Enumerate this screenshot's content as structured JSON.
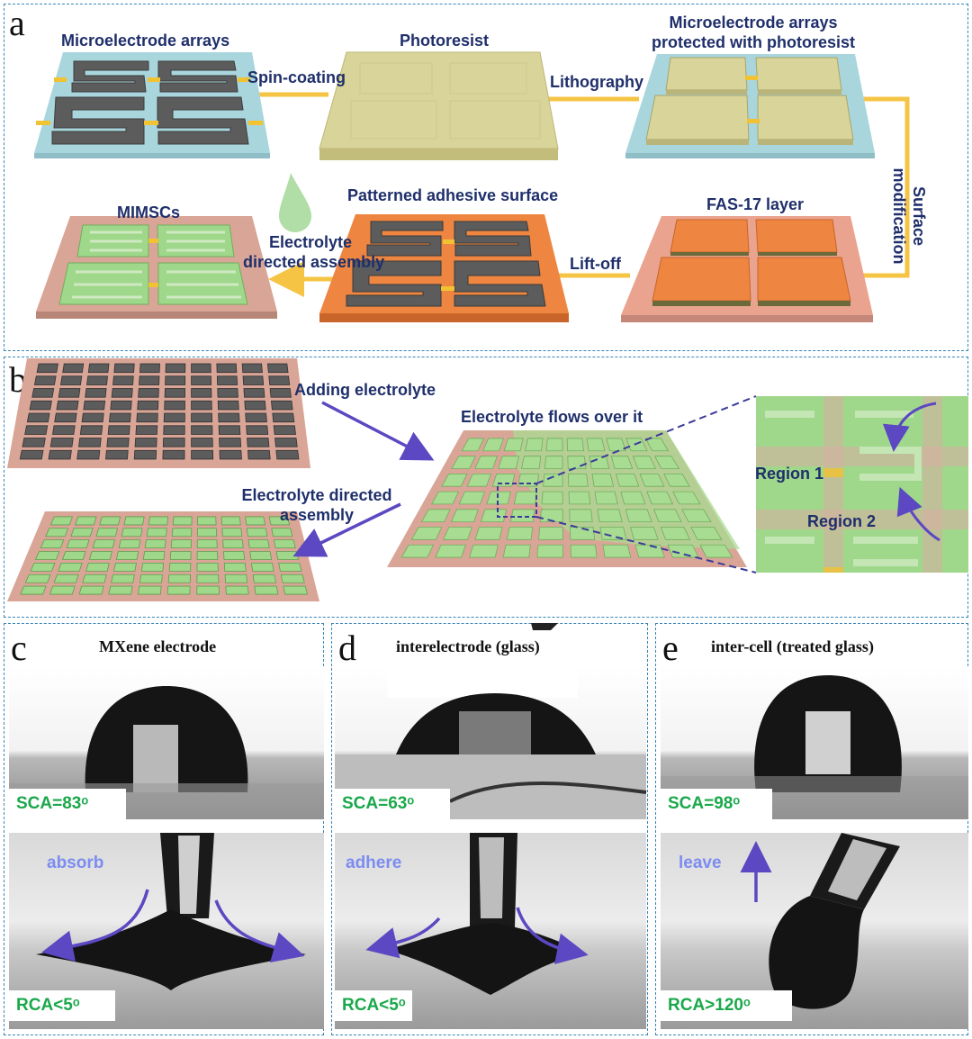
{
  "panel_a": {
    "letter": "a",
    "step1_label": "Microelectrode arrays",
    "step2_label": "Photoresist",
    "step3_label_line1": "Microelectrode arrays",
    "step3_label_line2": "protected with photoresist",
    "step4_label": "FAS-17 layer",
    "step5_label": "Patterned adhesive surface",
    "step6_label": "MIMSCs",
    "arrow_spin": "Spin-coating",
    "arrow_litho": "Lithography",
    "arrow_surface_line1": "Surface",
    "arrow_surface_line2": "modification",
    "arrow_liftoff": "Lift-off",
    "arrow_electrolyte_line1": "Electrolyte",
    "arrow_electrolyte_line2": "directed assembly"
  },
  "panel_b": {
    "letter": "b",
    "adding": "Adding electrolyte",
    "flows": "Electrolyte flows over it",
    "directed_line1": "Electrolyte directed",
    "directed_line2": "assembly",
    "region1": "Region 1",
    "region2": "Region 2"
  },
  "panel_c": {
    "letter": "c",
    "title": "MXene electrode",
    "sca": "SCA=83ᵒ",
    "action": "absorb",
    "rca": "RCA<5ᵒ"
  },
  "panel_d": {
    "letter": "d",
    "title": "interelectrode (glass)",
    "sca": "SCA=63ᵒ",
    "action": "adhere",
    "rca": "RCA<5ᵒ"
  },
  "panel_e": {
    "letter": "e",
    "title": "inter-cell (treated glass)",
    "sca": "SCA=98ᵒ",
    "action": "leave",
    "rca": "RCA>120ᵒ"
  },
  "colors": {
    "glass": "#a9d6dd",
    "electrode": "#5c5c5c",
    "photoresist": "#d8d49a",
    "fas17": "#ee8540",
    "substrate_pink": "#d9a597",
    "electrolyte": "#9fd88a",
    "arrow_yellow": "#f6c445",
    "arrow_purple": "#5b48c2",
    "text_blue": "#1f2f6b",
    "contact_green": "#1aa84b"
  }
}
